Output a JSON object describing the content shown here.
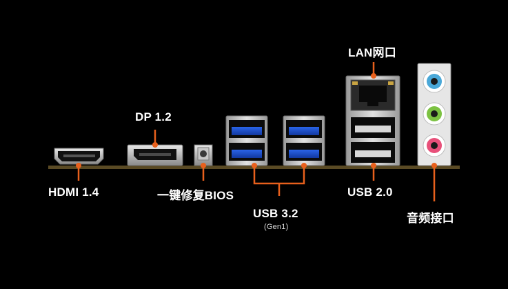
{
  "labels": {
    "hdmi": "HDMI 1.4",
    "dp": "DP 1.2",
    "bios": "一键修复BIOS",
    "usb32": "USB 3.2",
    "usb32_sub": "(Gen1)",
    "lan": "LAN网口",
    "usb20": "USB 2.0",
    "audio": "音频接口"
  },
  "colors": {
    "accent": "#e8601c",
    "board": "#5a4a24",
    "usb3_blue": "#1c4fd0",
    "audio_blue": "#4aa8d8",
    "audio_green": "#7cc242",
    "audio_pink": "#e8507a"
  }
}
